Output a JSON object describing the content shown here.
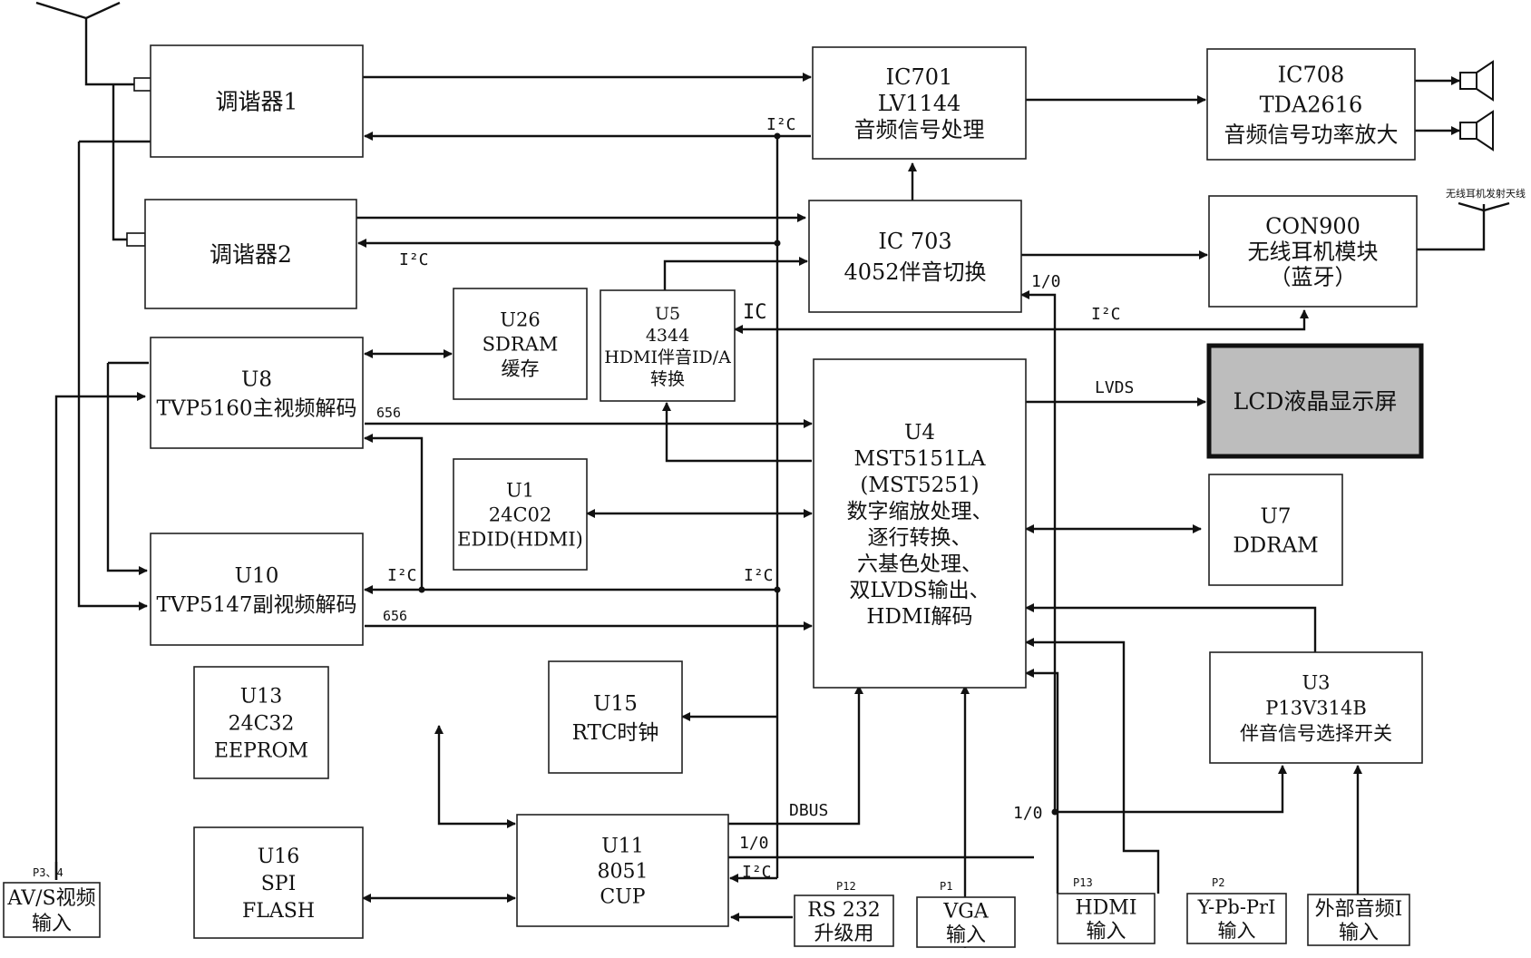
{
  "blocks": {
    "tuner1": {
      "lines": [
        "调谐器1"
      ]
    },
    "tuner2": {
      "lines": [
        "调谐器2"
      ]
    },
    "ic701": {
      "lines": [
        "IC701",
        "LV1144",
        "音频信号处理"
      ]
    },
    "ic708": {
      "lines": [
        "IC708",
        "TDA2616",
        "音频信号功率放大"
      ]
    },
    "ic703": {
      "lines": [
        "IC 703",
        "4052伴音切换"
      ]
    },
    "con900": {
      "lines": [
        "CON900",
        "无线耳机模块",
        "（蓝牙）"
      ]
    },
    "u26": {
      "lines": [
        "U26",
        "SDRAM",
        "缓存"
      ]
    },
    "u5": {
      "lines": [
        "U5",
        "4344",
        "HDMI伴音ID/A",
        "转换"
      ]
    },
    "u8": {
      "lines": [
        "U8",
        "TVP5160主视频解码"
      ]
    },
    "u4": {
      "lines": [
        "U4",
        "MST5151LA",
        "(MST5251)",
        "数字缩放处理、",
        "逐行转换、",
        "六基色处理、",
        "双LVDS输出、",
        "HDMI解码"
      ]
    },
    "lcd": {
      "lines": [
        "LCD液晶显示屏"
      ]
    },
    "u1": {
      "lines": [
        "U1",
        "24C02",
        "EDID(HDMI)"
      ]
    },
    "u7": {
      "lines": [
        "U7",
        "DDRAM"
      ]
    },
    "u10": {
      "lines": [
        "U10",
        "TVP5147副视频解码"
      ]
    },
    "u13": {
      "lines": [
        "U13",
        "24C32",
        "EEPROM"
      ]
    },
    "u15": {
      "lines": [
        "U15",
        "RTC时钟"
      ]
    },
    "u3": {
      "lines": [
        "U3",
        "P13V314B",
        "伴音信号选择开关"
      ]
    },
    "u16": {
      "lines": [
        "U16",
        "SPI",
        "FLASH"
      ]
    },
    "u11": {
      "lines": [
        "U11",
        "8051",
        "CUP"
      ]
    },
    "av": {
      "lines": [
        "AV/S视频",
        "输入"
      ]
    },
    "rs232": {
      "lines": [
        "RS 232",
        "升级用"
      ]
    },
    "vga": {
      "lines": [
        "VGA",
        "输入"
      ]
    },
    "hdmi_in": {
      "lines": [
        "HDMI",
        "输入"
      ]
    },
    "ypbpr": {
      "lines": [
        "Y-Pb-PrI",
        "输入"
      ]
    },
    "ext_audio": {
      "lines": [
        "外部音频I",
        "输入"
      ]
    }
  },
  "labels": {
    "i2c_tuner1": "I²C",
    "i2c_tuner2": "I²C",
    "ic_u5": "IC",
    "io_ic703": "1/0",
    "i2c_con900": "I²C",
    "lvds": "LVDS",
    "bus656_u8": "656",
    "bus656_u10": "656",
    "i2c_u10": "I²C",
    "i2c_mid": "I²C",
    "dbus": "DBUS",
    "io_u11": "1/0",
    "i2c_u11": "I²C",
    "io_right": "1/0",
    "port_av": "P3、4",
    "port_rs232": "P12",
    "port_vga": "P1",
    "port_hdmi": "P13",
    "port_ypbpr": "P2",
    "wireless_antenna": "无线耳机发射天线"
  }
}
